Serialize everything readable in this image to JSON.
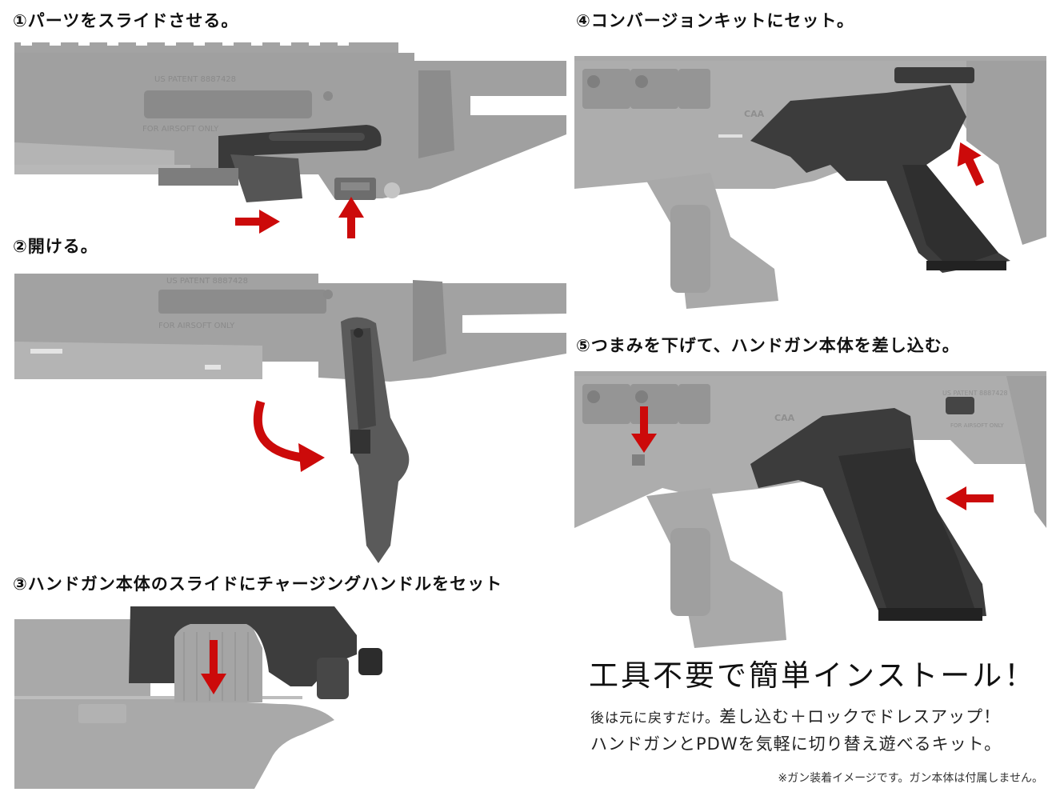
{
  "steps": [
    {
      "number": "①",
      "title": "パーツをスライドさせる。"
    },
    {
      "number": "②",
      "title": "開ける。"
    },
    {
      "number": "③",
      "title": "ハンドガン本体のスライドにチャージングハンドルをセット"
    },
    {
      "number": "④",
      "title": "コンバージョンキットにセット。"
    },
    {
      "number": "⑤",
      "title": "つまみを下げて、ハンドガン本体を差し込む。"
    }
  ],
  "engravings": {
    "patent": "US PATENT 8887428",
    "airsoft": "FOR AIRSOFT ONLY",
    "brand": "CAA"
  },
  "headline": "工具不要で簡単インストール！",
  "description": {
    "line1_small": "後は元に戻すだけ。",
    "line1_large": "差し込む＋ロックでドレスアップ！",
    "line2": "ハンドガンとPDWを気軽に切り替え遊べるキット。"
  },
  "note": "※ガン装着イメージです。ガン本体は付属しません。",
  "colors": {
    "arrow": "#cc0a0a",
    "gray_body": "#9a9a9a",
    "gray_light": "#b4b4b4",
    "gray_dark": "#7d7d7d",
    "black_part": "#3a3a3a"
  }
}
